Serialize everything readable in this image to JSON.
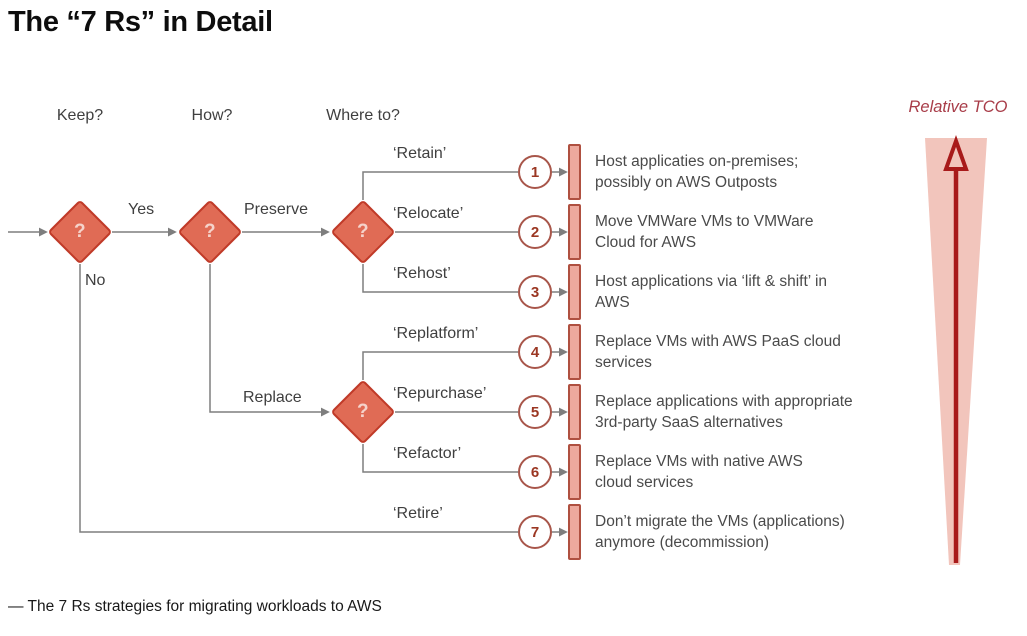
{
  "title": "The “7 Rs” in Detail",
  "columns": {
    "keep": "Keep?",
    "how": "How?",
    "where": "Where to?"
  },
  "branches": {
    "yes": "Yes",
    "no": "No",
    "preserve": "Preserve",
    "replace": "Replace"
  },
  "decision_mark": "?",
  "tco_label": "Relative TCO",
  "caption": "— The 7 Rs strategies for migrating workloads to AWS",
  "colors": {
    "diamond_fill": "#e06b55",
    "diamond_border": "#c03a28",
    "bar_fill": "#eda99d",
    "bar_border": "#af5040",
    "funnel_fill": "#f2c5bc",
    "arrow_red": "#a81a1a",
    "wire_gray": "#7e7e7e",
    "tco_text": "#a83c48"
  },
  "rows": [
    {
      "number": "1",
      "strategy": "‘Retain’",
      "description": "Host applicaties on-premises;\npossibly on AWS Outposts"
    },
    {
      "number": "2",
      "strategy": "‘Relocate’",
      "description": "Move VMWare VMs to VMWare\nCloud for AWS"
    },
    {
      "number": "3",
      "strategy": "‘Rehost’",
      "description": "Host applications via ‘lift & shift’ in\nAWS"
    },
    {
      "number": "4",
      "strategy": "‘Replatform’",
      "description": "Replace VMs with AWS PaaS cloud\nservices"
    },
    {
      "number": "5",
      "strategy": "‘Repurchase’",
      "description": "Replace applications with appropriate\n3rd-party SaaS alternatives"
    },
    {
      "number": "6",
      "strategy": "‘Refactor’",
      "description": "Replace VMs with native AWS\ncloud services"
    },
    {
      "number": "7",
      "strategy": "‘Retire’",
      "description": "Don’t migrate the VMs (applications)\nanymore (decommission)"
    }
  ]
}
